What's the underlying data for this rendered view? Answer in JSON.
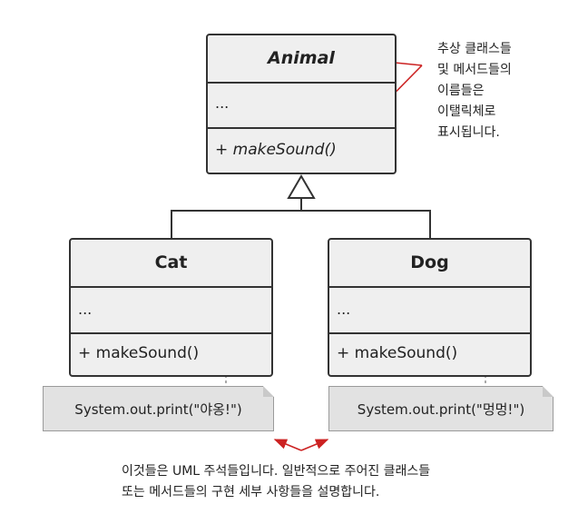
{
  "abstract_class": {
    "name": "Animal",
    "fields": "...",
    "method": "+ makeSound()"
  },
  "subclasses": [
    {
      "name": "Cat",
      "fields": "...",
      "method": "+ makeSound()",
      "note": "System.out.print(\"야옹!\")"
    },
    {
      "name": "Dog",
      "fields": "...",
      "method": "+ makeSound()",
      "note": "System.out.print(\"멍멍!\")"
    }
  ],
  "annotations": {
    "italic_note": [
      "추상 클래스들",
      "및 메서드들의",
      "이름들은",
      "이탤릭체로",
      "표시됩니다."
    ],
    "comment_note": [
      "이것들은 UML 주석들입니다. 일반적으로 주어진 클래스들",
      "또는 메서드들의 구현 세부 사항들을 설명합니다."
    ]
  },
  "colors": {
    "box_fill": "#efefef",
    "box_border": "#333333",
    "note_fill": "#e2e2e2",
    "arrow_red": "#cc2222",
    "connector_gray": "#aaaaaa"
  }
}
